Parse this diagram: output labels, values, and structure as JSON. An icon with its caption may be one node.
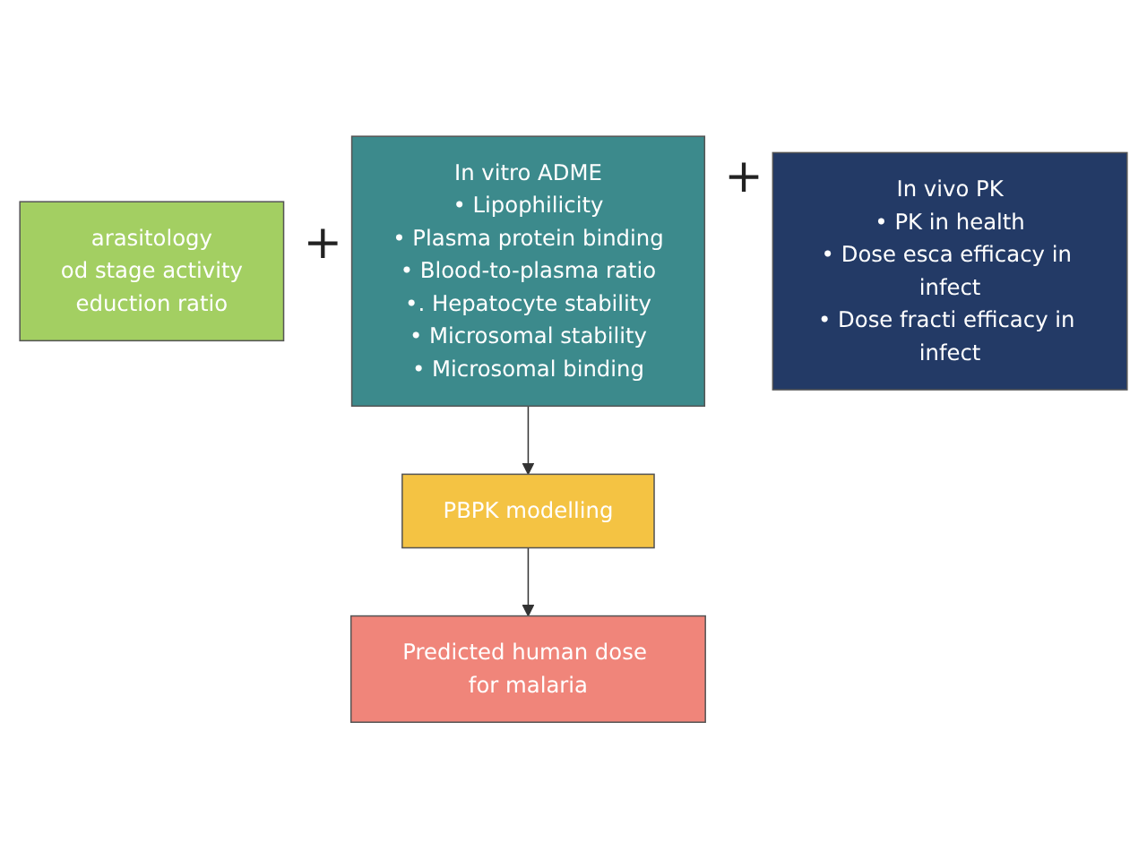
{
  "diagram": {
    "nodes": [
      {
        "text": [
          "arasitology",
          "od stage activity",
          "eduction ratio"
        ]
      },
      {
        "text": [
          "In vitro ADME",
          "• Lipophilicity",
          "• Plasma protein binding",
          "• Blood-to-plasma ratio",
          "•. Hepatocyte stability",
          "• Microsomal stability",
          "• Microsomal binding"
        ]
      },
      {
        "text": [
          "In vivo PK",
          "• PK in health",
          "• Dose esca efficacy in infect",
          "• Dose fracti efficacy in infect"
        ]
      },
      {
        "text": [
          "PBPK modelling"
        ]
      },
      {
        "text": [
          "Predicted human dose for malaria"
        ]
      }
    ],
    "edges": [
      {
        "from": 1,
        "to": 3,
        "arrow": "to"
      },
      {
        "from": 3,
        "to": 4,
        "arrow": "to"
      }
    ],
    "labels": [
      "+",
      "+"
    ]
  }
}
